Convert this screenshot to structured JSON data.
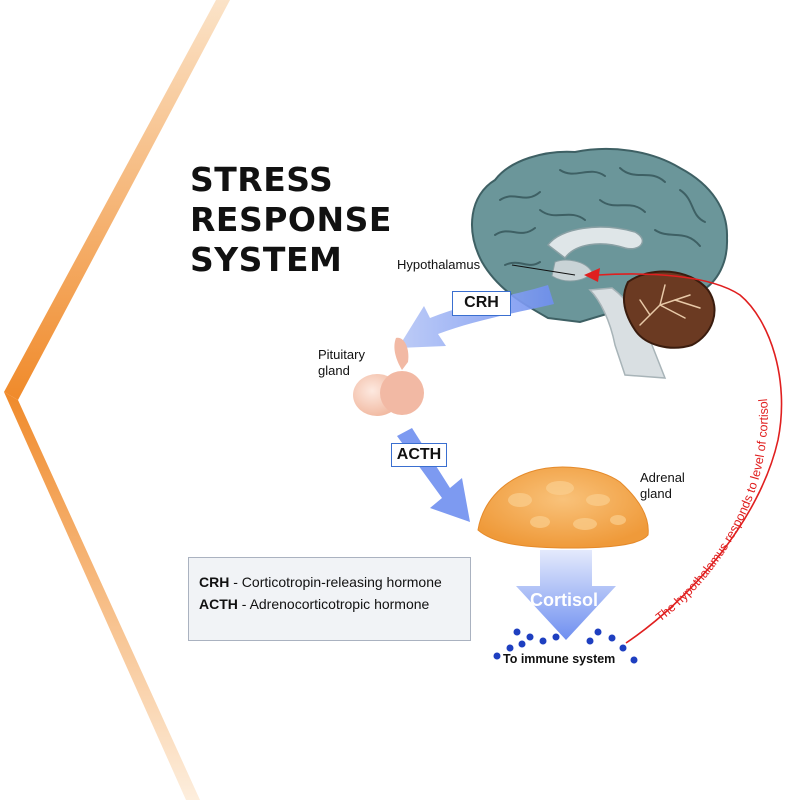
{
  "title": {
    "line1": "STRESS",
    "line2": "RESPONSE",
    "line3": "SYSTEM"
  },
  "labels": {
    "hypothalamus": "Hypothalamus",
    "pituitary": {
      "line1": "Pituitary",
      "line2": "gland"
    },
    "adrenal": {
      "line1": "Adrenal",
      "line2": "gland"
    },
    "crh": "CRH",
    "acth": "ACTH",
    "cortisol": "Cortisol",
    "immune": "To immune system",
    "feedback": "The hypothalamus responds to level of cortisol"
  },
  "legend": [
    {
      "abbr": "CRH",
      "sep": " - ",
      "text": "Corticotropin-releasing hormone"
    },
    {
      "abbr": "ACTH",
      "sep": " - ",
      "text": "Adrenocorticotropic hormone"
    }
  ],
  "colors": {
    "accent_orange": "#f08a2a",
    "arrow_blue": "#6f8ff0",
    "feedback_red": "#e01f1f",
    "brain": "#5f8a8f",
    "adrenal": "#f4a64a",
    "dots": "#1e3fc0"
  },
  "icons": [
    "brain-icon",
    "pituitary-gland-icon",
    "adrenal-gland-icon",
    "hormone-dots-icon"
  ]
}
